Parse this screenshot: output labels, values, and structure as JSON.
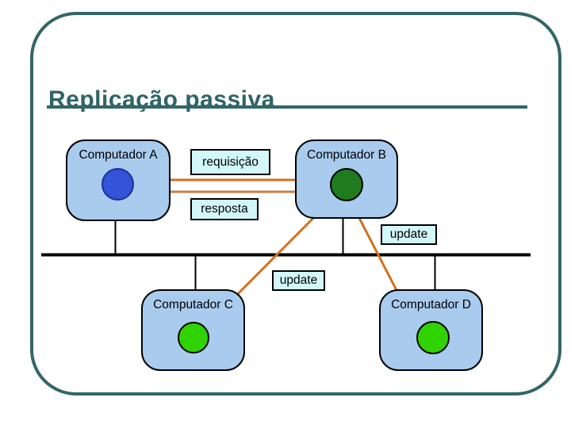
{
  "slide": {
    "title": "Replicação passiva"
  },
  "computers": [
    {
      "id": "A",
      "label": "Computador A",
      "role": "front-end-client",
      "circle_color": "#3354D8"
    },
    {
      "id": "B",
      "label": "Computador B",
      "role": "primary-replica-manager",
      "circle_color": "#1E7C1E"
    },
    {
      "id": "C",
      "label": "Computador C",
      "role": "backup-replica",
      "circle_color": "#2ED300"
    },
    {
      "id": "D",
      "label": "Computador D",
      "role": "backup-replica",
      "circle_color": "#2ED300"
    }
  ],
  "messages": {
    "request": "requisição",
    "response": "resposta",
    "update_right": "update",
    "update_bottom": "update"
  },
  "colors": {
    "frame_teal": "#336666",
    "title_teal": "#2F6466",
    "computer_box_fill": "#A9CBEE",
    "message_label_fill": "#D2F7F9",
    "arrow_orange": "#D2701E",
    "arrowhead_orange": "#E0751C",
    "bus_line": "#000000"
  }
}
